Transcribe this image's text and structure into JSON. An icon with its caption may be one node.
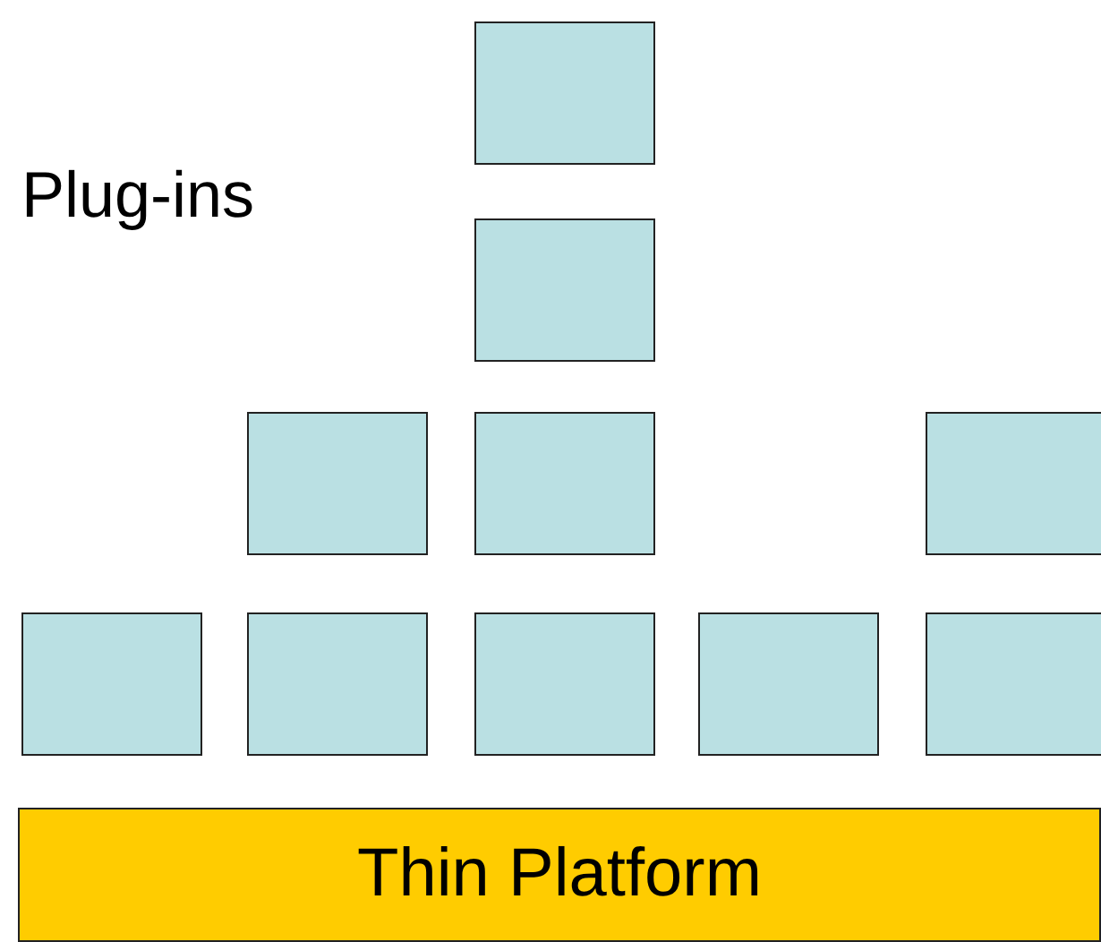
{
  "diagram": {
    "nodes": [
      {
        "text": [],
        "shape": "box"
      },
      {
        "text": [],
        "shape": "box"
      },
      {
        "text": [],
        "shape": "box"
      },
      {
        "text": [],
        "shape": "box"
      },
      {
        "text": [],
        "shape": "box"
      },
      {
        "text": [],
        "shape": "box"
      },
      {
        "text": [],
        "shape": "box"
      },
      {
        "text": [],
        "shape": "box"
      },
      {
        "text": [],
        "shape": "box"
      },
      {
        "text": [],
        "shape": "box"
      },
      {
        "text": [
          "Thin Platform"
        ]
      }
    ],
    "labels": [
      "Plug-ins"
    ]
  }
}
